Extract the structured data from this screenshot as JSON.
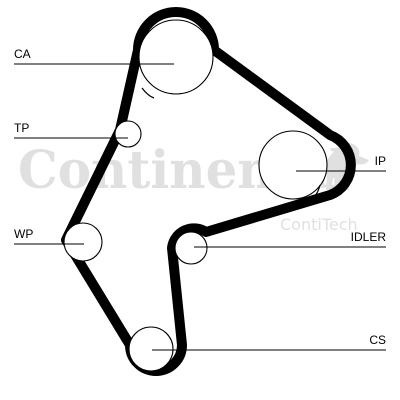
{
  "watermark": {
    "brand": "Continental",
    "sub": "ContiTech",
    "color": "#c8c8c8"
  },
  "labels": {
    "ca": "CA",
    "tp": "TP",
    "ip": "IP",
    "wp": "WP",
    "idler": "IDLER",
    "cs": "CS"
  },
  "colors": {
    "belt": "#000000",
    "background": "#ffffff"
  }
}
